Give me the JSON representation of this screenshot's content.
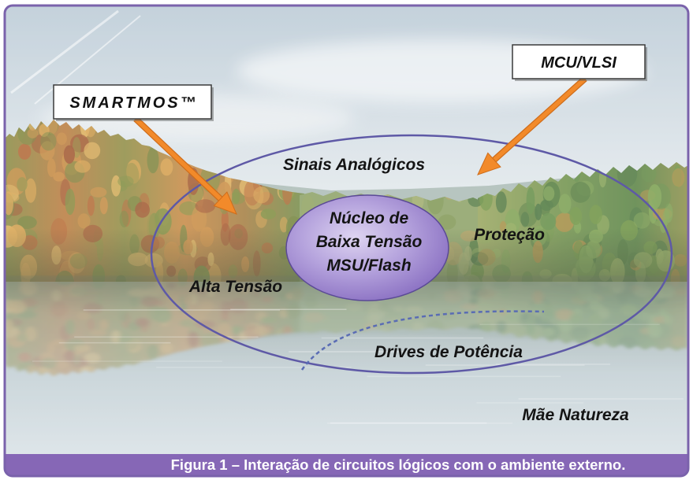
{
  "figure": {
    "caption": "Figura 1 – Interação de circuitos lógicos com o ambiente externo."
  },
  "diagram": {
    "boxes": {
      "smartmos": "SMARTMOS™",
      "mcu_vlsi": "MCU/VLSI"
    },
    "labels": {
      "sinais_analogicos": "Sinais Analógicos",
      "protecao": "Proteção",
      "alta_tensao": "Alta Tensão",
      "drives_de_potencia": "Drives de Potência",
      "mae_natureza": "Mãe Natureza"
    },
    "core": {
      "lines": [
        "Núcleo de",
        "Baixa Tensão",
        "MSU/Flash"
      ]
    }
  },
  "colors": {
    "arrow": "#f28a2a",
    "caption_bar": "#8667b6",
    "frame": "#7a62ab",
    "outer_ellipse": "#5e59a6",
    "dashed_curve": "#5a6cb4",
    "core_outline": "#5b4a96"
  }
}
